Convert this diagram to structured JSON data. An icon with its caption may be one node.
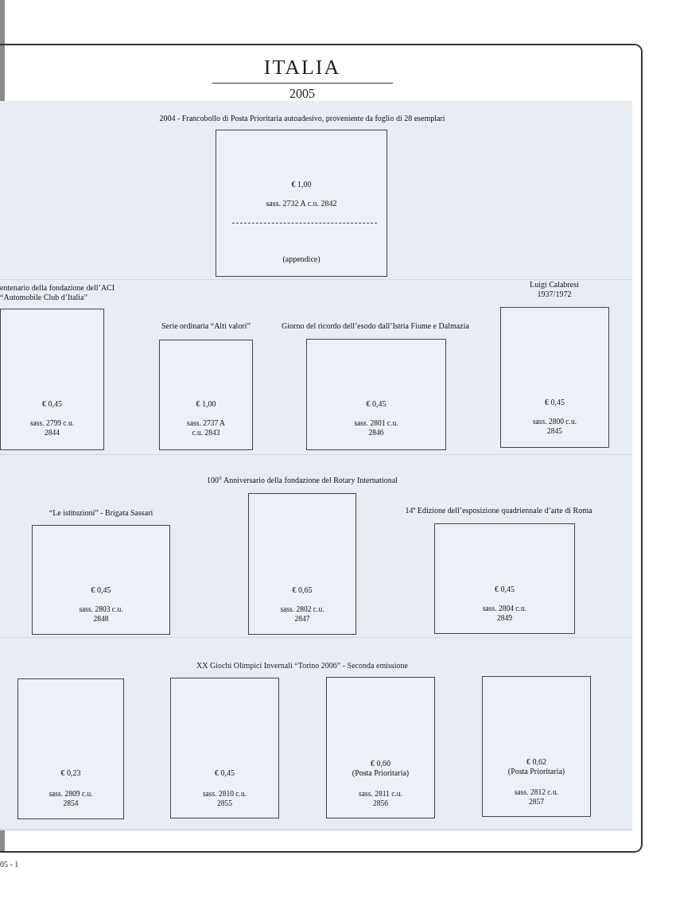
{
  "diagram": {
    "title": "ITALIA",
    "nodes": [
      {
        "text": [
          "2004 - Francobollo di Posta Prioritaria autoadesivo, proveniente da foglio di 28 esemplari",
          "€ 1,00",
          "sass. 2732 A c.u. 2842",
          "(appendice)"
        ]
      },
      {
        "text": [
          "entenario della fondazione dell’ACI “Automobile Club d’Italia”",
          "€ 0,45",
          "sass. 2799 c.u. 2844"
        ]
      },
      {
        "text": [
          "Serie ordinaria “Alti valori”",
          "€ 1,00",
          "sass. 2737 A c.u. 2843"
        ]
      },
      {
        "text": [
          "Giorno del ricordo dell’esodo dall’Istria Fiume e Dalmazia",
          "€ 0,45",
          "sass. 2801 c.u. 2846"
        ]
      },
      {
        "text": [
          "Luigi Calabresi 1937/1972",
          "€ 0,45",
          "sass. 2800 c.u. 2845"
        ]
      },
      {
        "text": [
          "“Le istituzioni” - Brigata Sassari",
          "€ 0,45",
          "sass. 2803 c.u. 2848"
        ]
      },
      {
        "text": [
          "100° Anniversario della fondazione del Rotary International",
          "€ 0,65",
          "sass. 2802 c.u. 2847"
        ]
      },
      {
        "text": [
          "14ª Edizione dell’esposizione quadriennale d’arte di Roma",
          "€ 0,45",
          "sass. 2804 c.u. 2849"
        ]
      },
      {
        "text": [
          "€ 0,23",
          "sass. 2809 c.u. 2854"
        ]
      },
      {
        "text": [
          "€ 0,45",
          "sass. 2810 c.u. 2855"
        ]
      },
      {
        "text": [
          "€ 0,60",
          "(Posta Prioritaria)",
          "sass. 2811 c.u. 2856"
        ]
      },
      {
        "text": [
          "€ 0,62",
          "(Posta Prioritaria)",
          "sass. 2812 c.u. 2857"
        ]
      }
    ],
    "labels": [
      "2005",
      "XX Giochi Olimpici Invernali “Torino 2006” - Seconda emissione",
      "05 - 1"
    ]
  }
}
